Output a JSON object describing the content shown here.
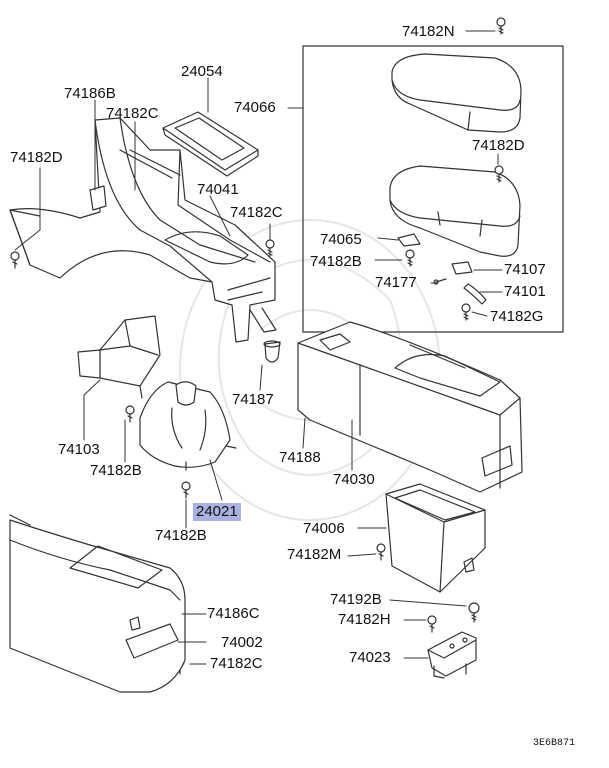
{
  "labels": [
    {
      "text": "74182N"
    },
    {
      "text": "24054"
    },
    {
      "text": "74186B"
    },
    {
      "text": "74066"
    },
    {
      "text": "74182C"
    },
    {
      "text": "74182D"
    },
    {
      "text": "74182D"
    },
    {
      "text": "74041"
    },
    {
      "text": "74182C"
    },
    {
      "text": "74065"
    },
    {
      "text": "74182B"
    },
    {
      "text": "74107"
    },
    {
      "text": "74177"
    },
    {
      "text": "74101"
    },
    {
      "text": "74182G"
    },
    {
      "text": "74187"
    },
    {
      "text": "74103"
    },
    {
      "text": "74188"
    },
    {
      "text": "74182B"
    },
    {
      "text": "74030"
    },
    {
      "text": "24021"
    },
    {
      "text": "74182B"
    },
    {
      "text": "74006"
    },
    {
      "text": "74182M"
    },
    {
      "text": "74192B"
    },
    {
      "text": "74186C"
    },
    {
      "text": "74182H"
    },
    {
      "text": "74002"
    },
    {
      "text": "74023"
    },
    {
      "text": "74182C"
    }
  ],
  "highlight_index": 20,
  "diagram_code": "3E6B871"
}
